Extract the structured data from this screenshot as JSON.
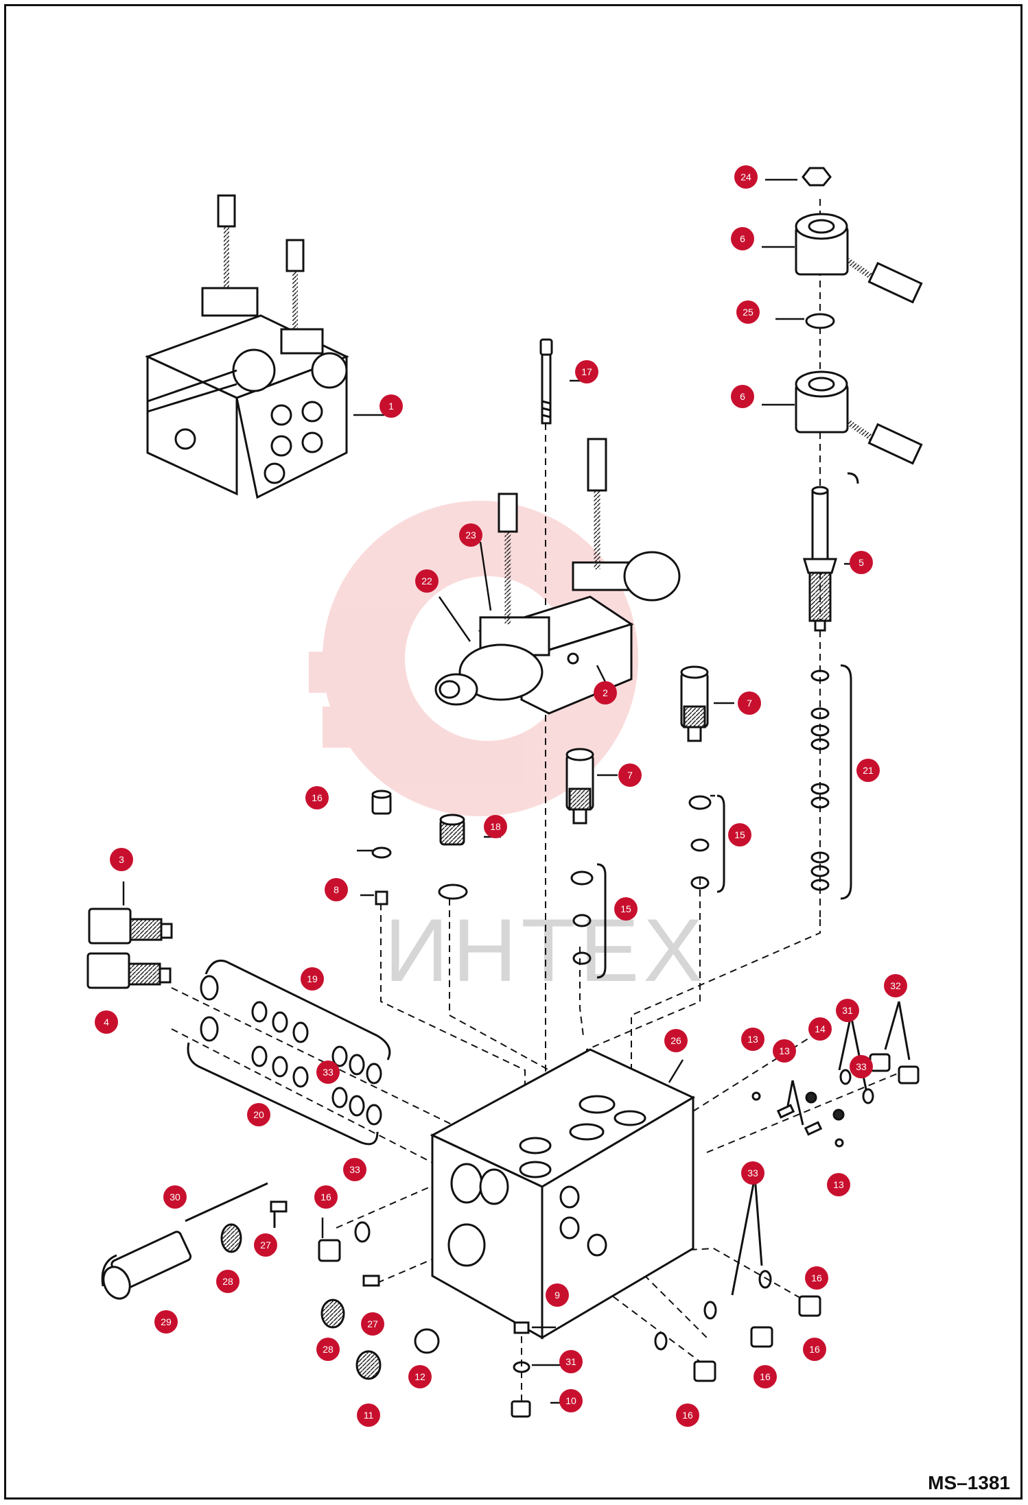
{
  "diagram_id": "MS–1381",
  "watermark": "ИНТЕХ",
  "callouts": [
    {
      "n": "1"
    },
    {
      "n": "2"
    },
    {
      "n": "3"
    },
    {
      "n": "4"
    },
    {
      "n": "5"
    },
    {
      "n": "6"
    },
    {
      "n": "6"
    },
    {
      "n": "7"
    },
    {
      "n": "7"
    },
    {
      "n": "8"
    },
    {
      "n": "9"
    },
    {
      "n": "10"
    },
    {
      "n": "11"
    },
    {
      "n": "12"
    },
    {
      "n": "13"
    },
    {
      "n": "13"
    },
    {
      "n": "13"
    },
    {
      "n": "14"
    },
    {
      "n": "15"
    },
    {
      "n": "15"
    },
    {
      "n": "16"
    },
    {
      "n": "16"
    },
    {
      "n": "16"
    },
    {
      "n": "16"
    },
    {
      "n": "16"
    },
    {
      "n": "16"
    },
    {
      "n": "17"
    },
    {
      "n": "18"
    },
    {
      "n": "19"
    },
    {
      "n": "20"
    },
    {
      "n": "21"
    },
    {
      "n": "22"
    },
    {
      "n": "23"
    },
    {
      "n": "24"
    },
    {
      "n": "25"
    },
    {
      "n": "26"
    },
    {
      "n": "27"
    },
    {
      "n": "27"
    },
    {
      "n": "28"
    },
    {
      "n": "28"
    },
    {
      "n": "29"
    },
    {
      "n": "30"
    },
    {
      "n": "31"
    },
    {
      "n": "31"
    },
    {
      "n": "32"
    },
    {
      "n": "33"
    },
    {
      "n": "33"
    },
    {
      "n": "33"
    },
    {
      "n": "33"
    }
  ]
}
